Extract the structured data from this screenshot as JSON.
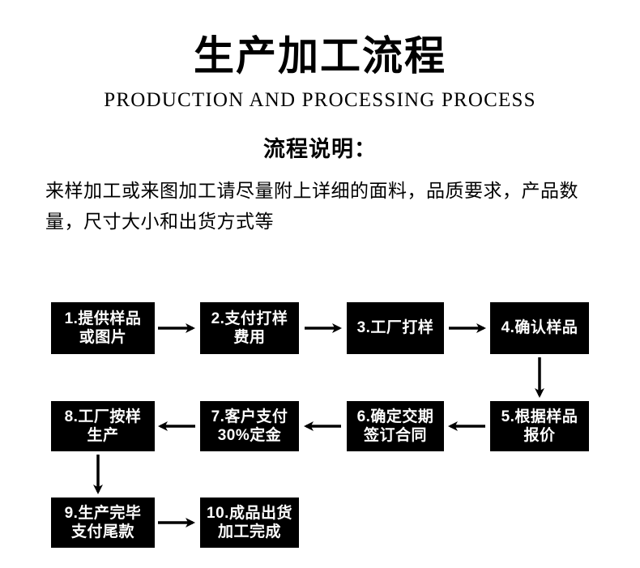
{
  "header": {
    "title": "生产加工流程",
    "subtitle": "PRODUCTION AND PROCESSING PROCESS"
  },
  "description": {
    "heading": "流程说明：",
    "body": "来样加工或来图加工请尽量附上详细的面料，品质要求，产品数量，尺寸大小和出货方式等"
  },
  "flow": {
    "nodes": [
      {
        "id": "step-1",
        "line1": "1.提供样品",
        "line2": "或图片"
      },
      {
        "id": "step-2",
        "line1": "2.支付打样",
        "line2": "费用"
      },
      {
        "id": "step-3",
        "line1": "3.工厂打样",
        "line2": ""
      },
      {
        "id": "step-4",
        "line1": "4.确认样品",
        "line2": ""
      },
      {
        "id": "step-5",
        "line1": "5.根据样品",
        "line2": "报价"
      },
      {
        "id": "step-6",
        "line1": "6.确定交期",
        "line2": "签订合同"
      },
      {
        "id": "step-7",
        "line1": "7.客户支付",
        "line2": "30%定金"
      },
      {
        "id": "step-8",
        "line1": "8.工厂按样",
        "line2": "生产"
      },
      {
        "id": "step-9",
        "line1": "9.生产完毕",
        "line2": "支付尾款"
      },
      {
        "id": "step-10",
        "line1": "10.成品出货",
        "line2": "加工完成"
      }
    ],
    "arrows": [
      {
        "id": "arrow-1-to-2",
        "direction": "right"
      },
      {
        "id": "arrow-2-to-3",
        "direction": "right"
      },
      {
        "id": "arrow-3-to-4",
        "direction": "right"
      },
      {
        "id": "arrow-4-to-5",
        "direction": "down"
      },
      {
        "id": "arrow-5-to-6",
        "direction": "left"
      },
      {
        "id": "arrow-6-to-7",
        "direction": "left"
      },
      {
        "id": "arrow-7-to-8",
        "direction": "left"
      },
      {
        "id": "arrow-8-to-9",
        "direction": "down"
      },
      {
        "id": "arrow-9-to-10",
        "direction": "right"
      }
    ]
  },
  "colors": {
    "background": "#ffffff",
    "node_fill": "#000000",
    "node_text": "#ffffff",
    "arrow": "#000000",
    "heading_text": "#000000"
  }
}
